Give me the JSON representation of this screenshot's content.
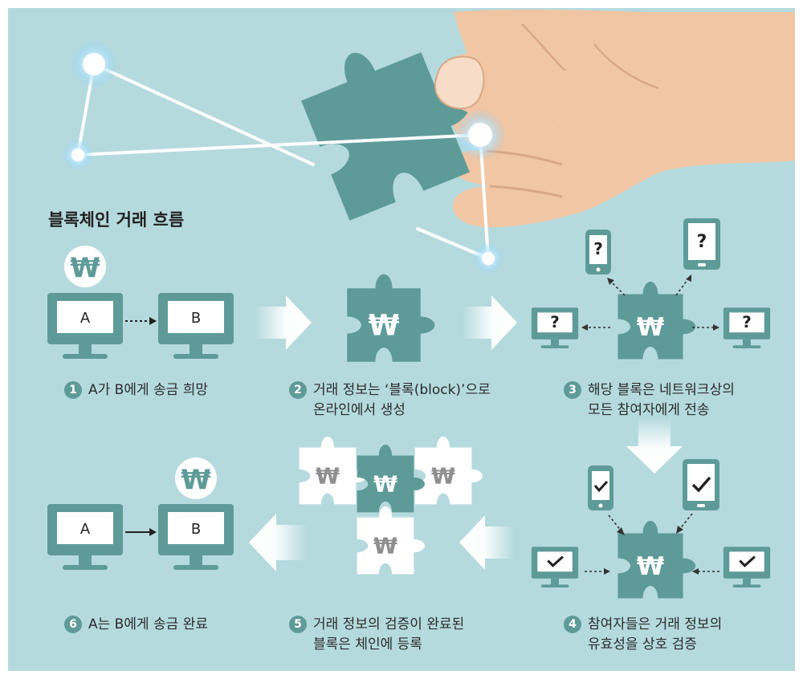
{
  "title": "블록체인 거래 흐름",
  "symbols": {
    "won": "₩",
    "question": "?"
  },
  "nodes": {
    "a": "A",
    "b": "B"
  },
  "steps": [
    {
      "num": "1",
      "line1": "A가 B에게 송금 희망",
      "line2": ""
    },
    {
      "num": "2",
      "line1": "거래 정보는 ‘블록(block)’으로",
      "line2": "온라인에서 생성"
    },
    {
      "num": "3",
      "line1": "해당 블록은 네트워크상의",
      "line2": "모든 참여자에게 전송"
    },
    {
      "num": "4",
      "line1": "참여자들은 거래 정보의",
      "line2": "유효성을 상호 검증"
    },
    {
      "num": "5",
      "line1": "거래 정보의 검증이 완료된",
      "line2": "블록은 체인에 등록"
    },
    {
      "num": "6",
      "line1": "A는 B에게 송금 완료",
      "line2": ""
    }
  ],
  "colors": {
    "background": "#b5dade",
    "teal": "#5e9b98",
    "teal_dark": "#3f7c79",
    "skin": "#f1c6a4",
    "white": "#ffffff",
    "gray_won": "#8f8f8f"
  },
  "icons": [
    "won-icon",
    "monitor-icon",
    "phone-icon",
    "tablet-icon",
    "puzzle-icon",
    "question-icon",
    "check-icon",
    "arrow-icon",
    "hand-icon"
  ]
}
